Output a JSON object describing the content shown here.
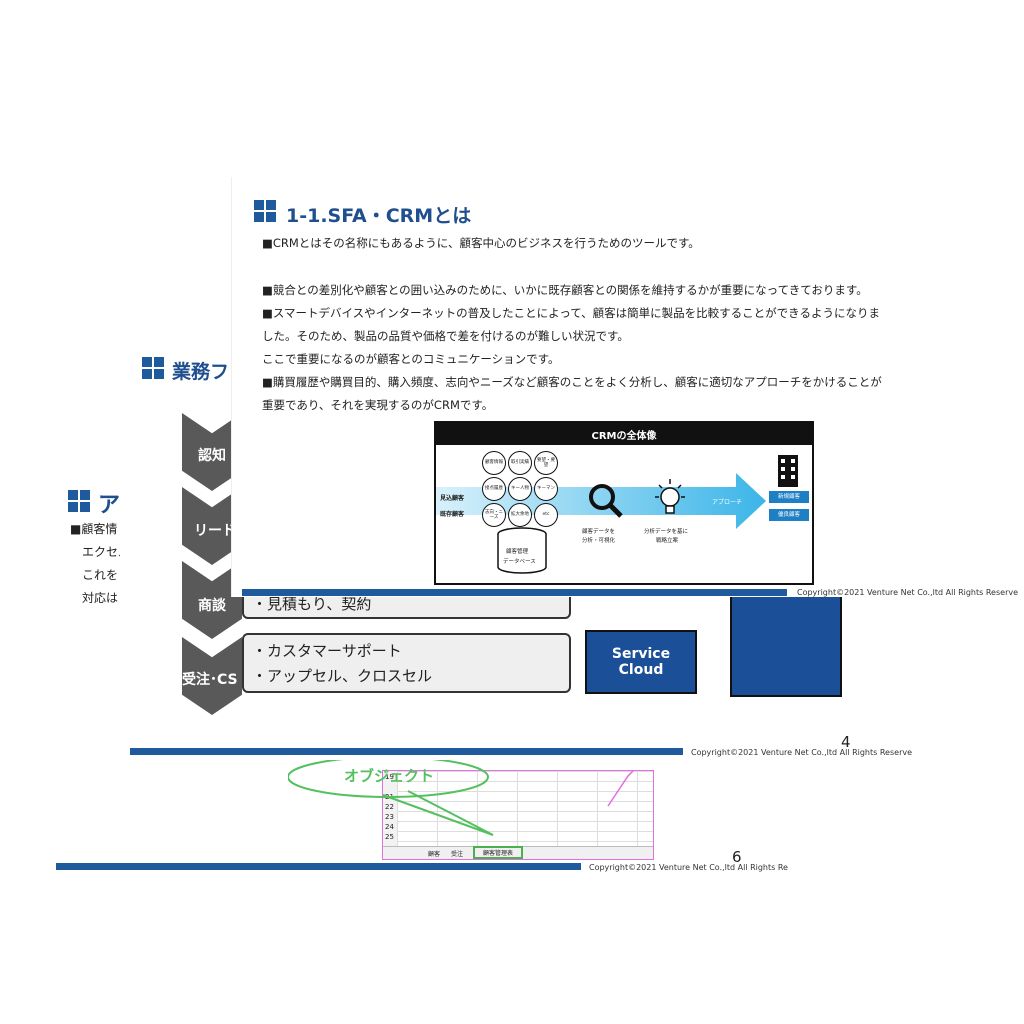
{
  "slide_back": {
    "title": "アプ",
    "lines": [
      "■顧客情",
      "エクセル",
      "これを",
      "対応は"
    ],
    "sheet_rows": [
      "19",
      "21",
      "22",
      "23",
      "24",
      "25"
    ],
    "sheet_tabs": [
      "顧客",
      "受注",
      "顧客管理表"
    ],
    "callout": "オブジェクト",
    "page_number": "6",
    "copyright": "Copyright©2021 Venture Net Co.,ltd All Rights Re"
  },
  "slide_mid": {
    "title": "業務フ",
    "steps": [
      "認知",
      "リード",
      "商談",
      "受注･CS"
    ],
    "shodan_text": "・見積もり、契約",
    "cs_items": [
      "・カスタマーサポート",
      "・アップセル、クロスセル"
    ],
    "service_cloud": [
      "Service",
      "Cloud"
    ],
    "page_number": "4",
    "copyright": "Copyright©2021 Venture Net Co.,ltd All Rights Reserve"
  },
  "slide_front": {
    "title": "1-1.SFA・CRMとは",
    "body": [
      "■CRMとはその名称にもあるように、顧客中心のビジネスを行うためのツールです。",
      "",
      "■競合との差別化や顧客との囲い込みのために、いかに既存顧客との関係を維持するかが重要になってきております。",
      "■スマートデバイスやインターネットの普及したことによって、顧客は簡単に製品を比較することができるようになりま",
      "した。そのため、製品の品質や価格で差を付けるのが難しい状況です。",
      "ここで重要になるのが顧客とのコミュニケーションです。",
      "■購買履歴や購買目的、購入頻度、志向やニーズなど顧客のことをよく分析し、顧客に適切なアプローチをかけることが",
      "重要であり、それを実現するのがCRMです。"
    ],
    "diagram": {
      "title": "CRMの全体像",
      "left_labels": [
        "見込顧客",
        "既存顧客"
      ],
      "bubbles": [
        "顧客情報",
        "取引実績",
        "要望・要望",
        "接点履歴",
        "キー人物",
        "キーマン",
        "志向・ニーズ",
        "拡大余地",
        "etc"
      ],
      "database": [
        "顧客管理",
        "データベース"
      ],
      "analyze": [
        "顧客データを",
        "分析・可視化"
      ],
      "strategy": [
        "分析データを基に",
        "戦略立案"
      ],
      "approach": "アプローチ",
      "targets": [
        "新規顧客",
        "優良顧客"
      ]
    },
    "copyright": "Copyright©2021 Venture Net Co.,ltd All Rights Reserve"
  },
  "colors": {
    "brand": "#1f5a9c",
    "chevron": "#595959",
    "service": "#1b4f97"
  }
}
